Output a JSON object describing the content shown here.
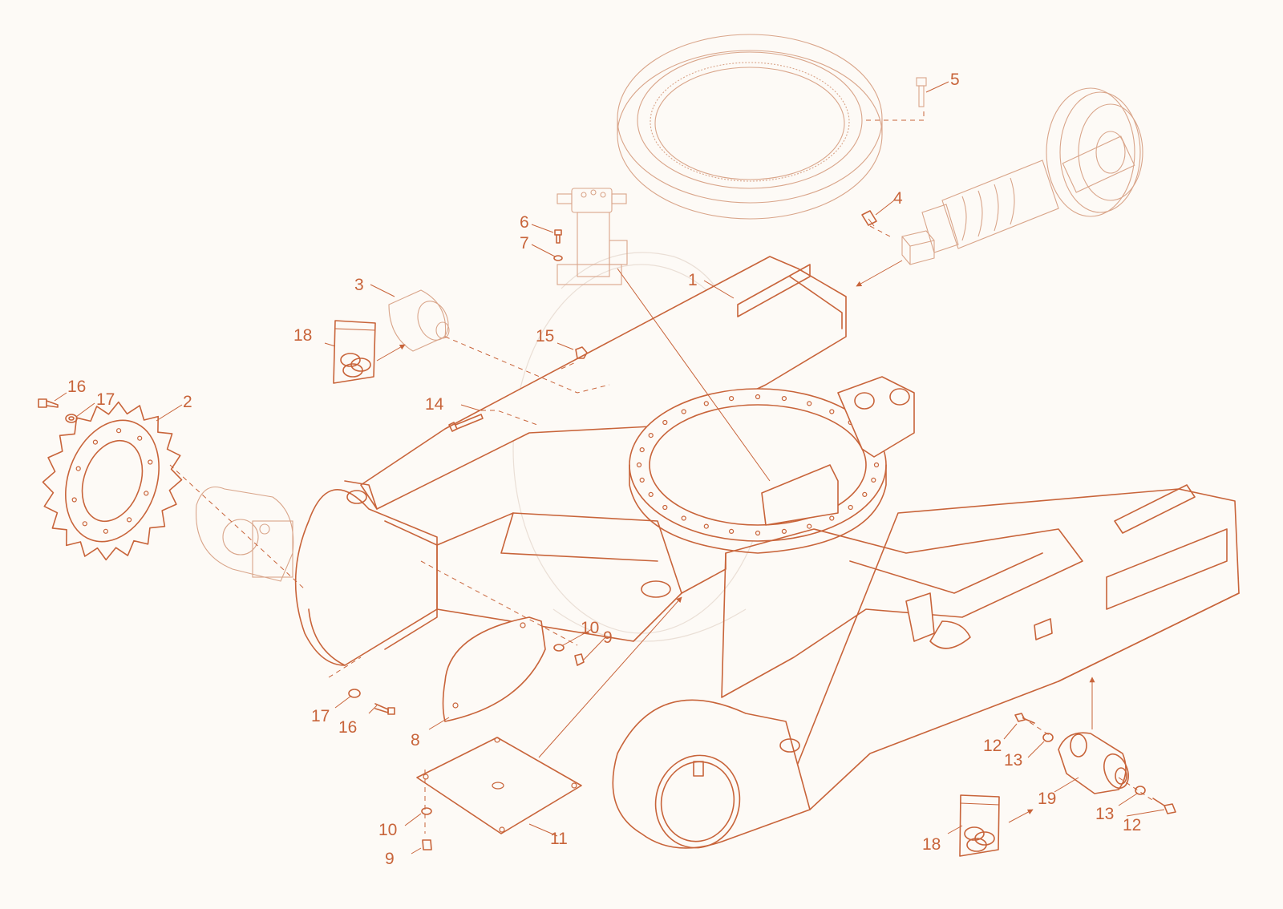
{
  "colors": {
    "line": "#c8643a",
    "background": "#fdfaf6",
    "faint": "#d9a58a"
  },
  "callouts": [
    {
      "label": "1"
    },
    {
      "label": "2"
    },
    {
      "label": "3"
    },
    {
      "label": "4"
    },
    {
      "label": "5"
    },
    {
      "label": "6"
    },
    {
      "label": "7"
    },
    {
      "label": "8"
    },
    {
      "label": "9"
    },
    {
      "label": "9"
    },
    {
      "label": "10"
    },
    {
      "label": "10"
    },
    {
      "label": "11"
    },
    {
      "label": "12"
    },
    {
      "label": "12"
    },
    {
      "label": "13"
    },
    {
      "label": "13"
    },
    {
      "label": "14"
    },
    {
      "label": "15"
    },
    {
      "label": "16"
    },
    {
      "label": "16"
    },
    {
      "label": "17"
    },
    {
      "label": "17"
    },
    {
      "label": "18"
    },
    {
      "label": "18"
    },
    {
      "label": "19"
    }
  ]
}
